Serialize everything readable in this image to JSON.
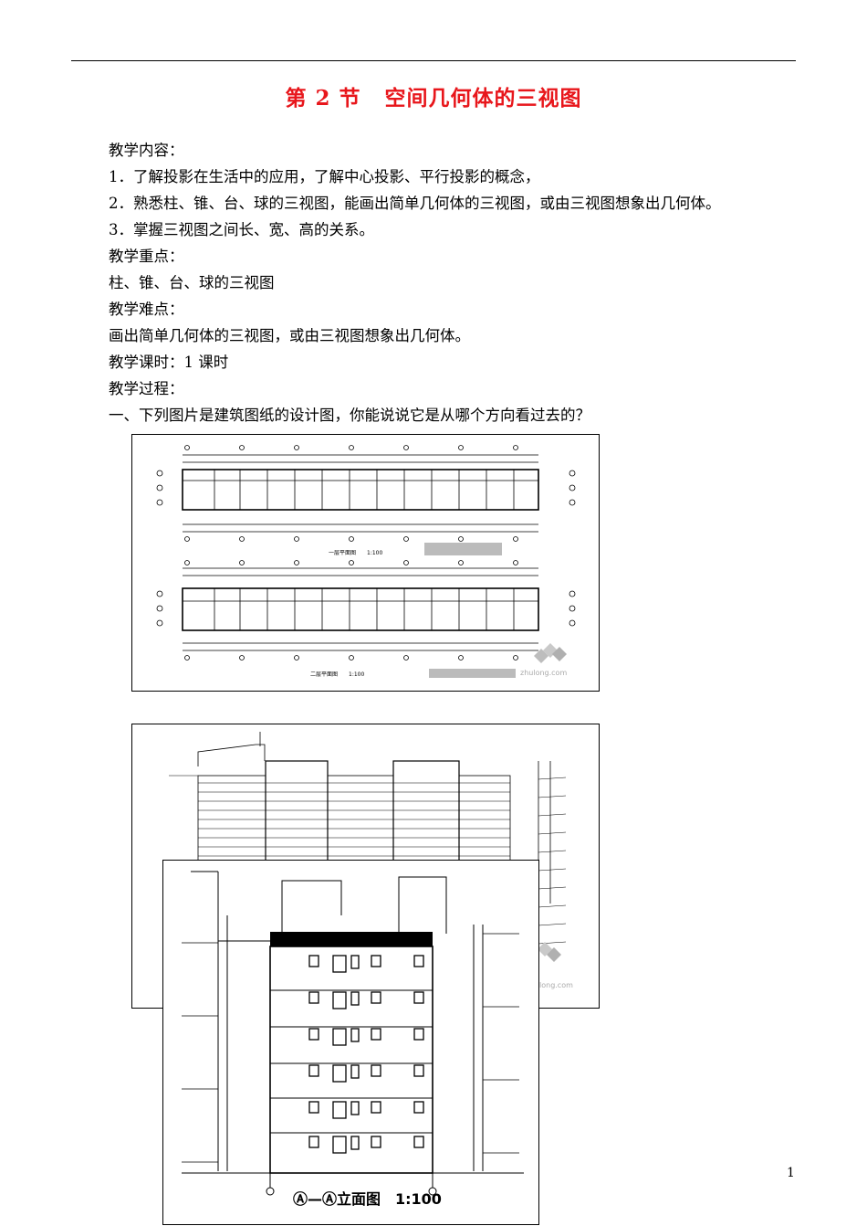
{
  "header": {
    "title_section": "第 2 节",
    "title_text": "空间几何体的三视图"
  },
  "body_lines": [
    "教学内容：",
    "1．了解投影在生活中的应用，了解中心投影、平行投影的概念，",
    "2．熟悉柱、锥、台、球的三视图，能画出简单几何体的三视图，或由三视图想象出几何体。",
    "3．掌握三视图之间长、宽、高的关系。",
    "教学重点：",
    "柱、锥、台、球的三视图",
    "教学难点：",
    "画出简单几何体的三视图，或由三视图想象出几何体。",
    "教学课时：1 课时",
    "教学过程：",
    "一、下列图片是建筑图纸的设计图，你能说说它是从哪个方向看过去的？"
  ],
  "figures": {
    "plan_caption_1": "一层平面图　　1:100",
    "plan_caption_2": "二层平面图　　1:100",
    "watermark": "zhulong.com",
    "watermark_2": "long.com",
    "elevation_caption": "Ⓐ—Ⓐ立面图　1:100"
  },
  "footer": {
    "page_number": "1"
  }
}
